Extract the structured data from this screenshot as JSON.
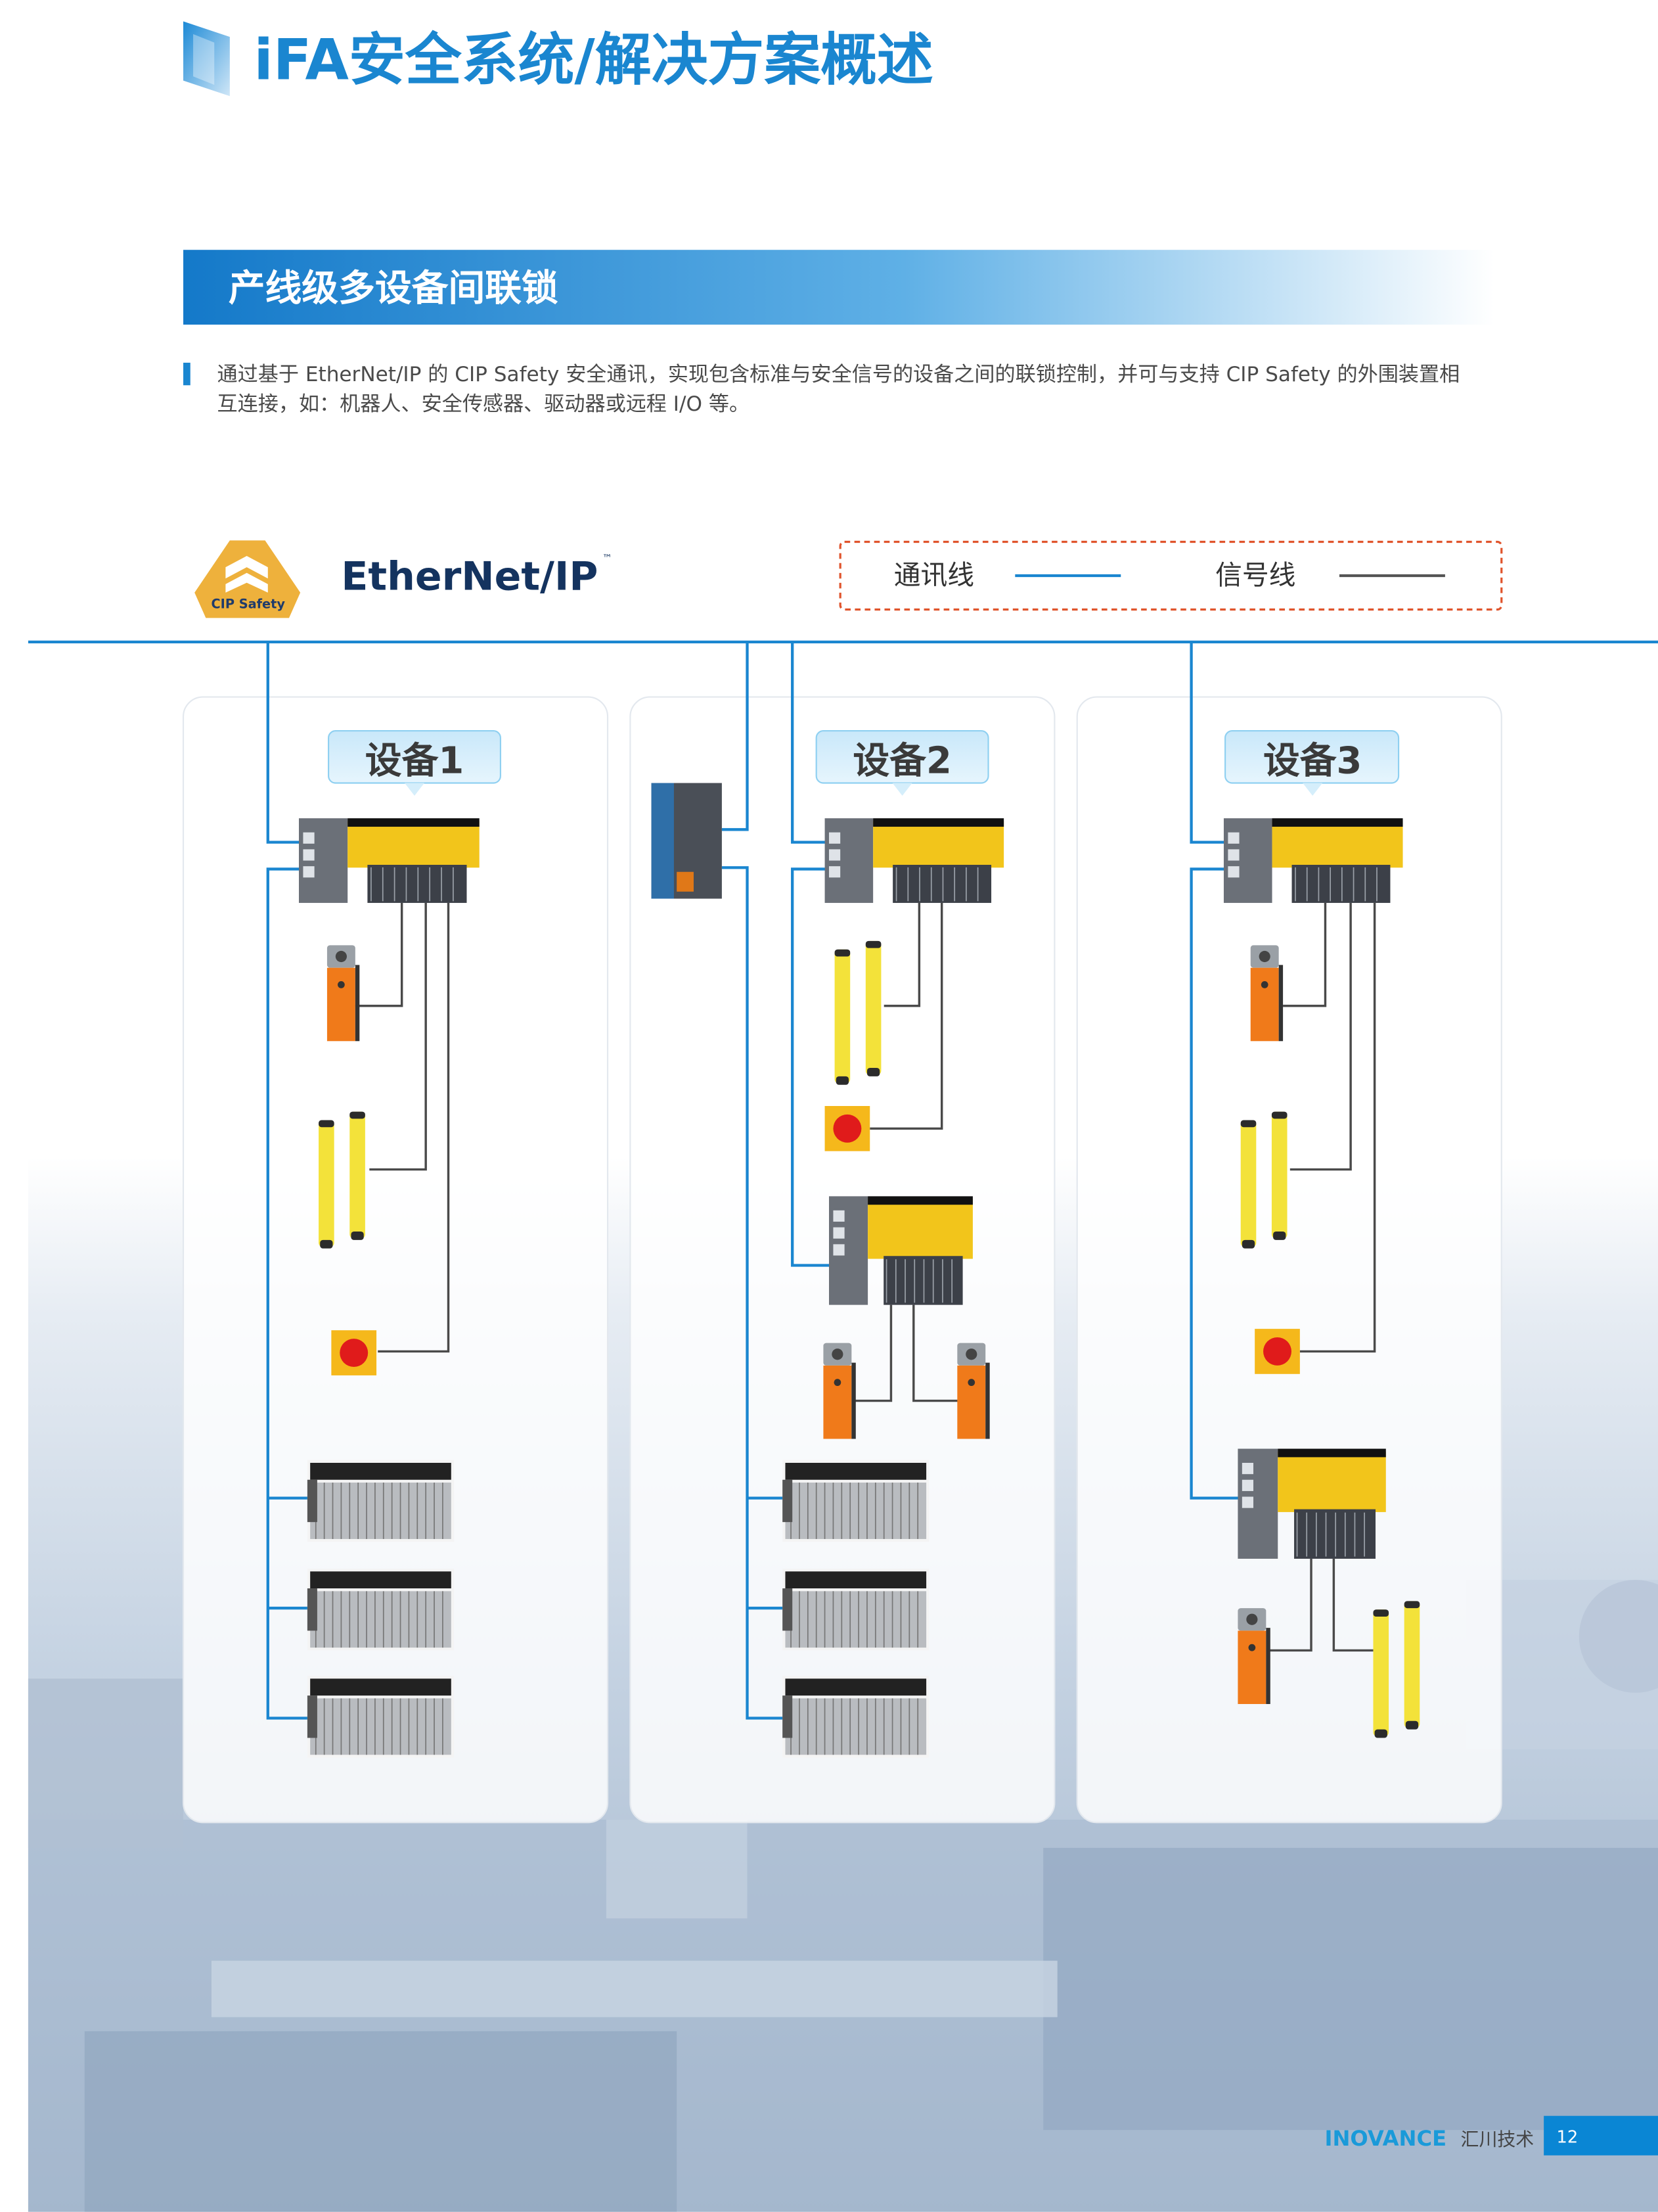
{
  "page": {
    "title": "iFA安全系统/解决方案概述",
    "section_title": "产线级多设备间联锁",
    "description_line1": "通过基于 EtherNet/IP 的 CIP Safety 安全通讯，实现包含标准与安全信号的设备之间的联锁控制，并可与支持 CIP Safety 的外围装置相",
    "description_line2": "互连接，如：机器人、安全传感器、驱动器或远程 I/O 等。",
    "accent_color": "#1a86d0"
  },
  "logos": {
    "cip_safety": "CIP Safety",
    "ethernet_ip": "EtherNet/IP",
    "ethernet_ip_tm": "™"
  },
  "legend": {
    "comm_line": "通讯线",
    "signal_line": "信号线",
    "comm_color": "#1a86d0",
    "signal_color": "#555555"
  },
  "devices": [
    {
      "label": "设备1"
    },
    {
      "label": "设备2"
    },
    {
      "label": "设备3"
    }
  ],
  "footer": {
    "brand": "INOVANCE",
    "brand_cn": "汇川技术",
    "page_number": "12"
  }
}
